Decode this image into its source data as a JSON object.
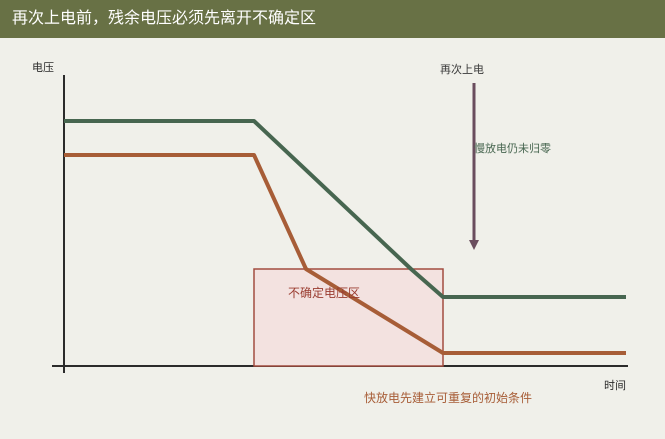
{
  "header": {
    "title": "再次上电前，残余电压必须先离开不确定区"
  },
  "axes": {
    "y_label": "电压",
    "x_label": "时间"
  },
  "annotations": {
    "repower": "再次上电",
    "slow_discharge": "慢放电仍未归零",
    "uncertain_zone": "不确定电压区",
    "fast_discharge": "快放电先建立可重复的初始条件"
  },
  "colors": {
    "header_bg": "#687145",
    "background": "#f0f0ea",
    "slow_line": "#476650",
    "fast_line": "#a75d37",
    "zone_fill": "#f3e2e0",
    "zone_stroke": "#a24c40",
    "zone_text": "#9a3c30",
    "arrow": "#6a4d5e",
    "slow_text": "#476650",
    "fast_text": "#a75d37",
    "axis": "#2b2b2b"
  }
}
